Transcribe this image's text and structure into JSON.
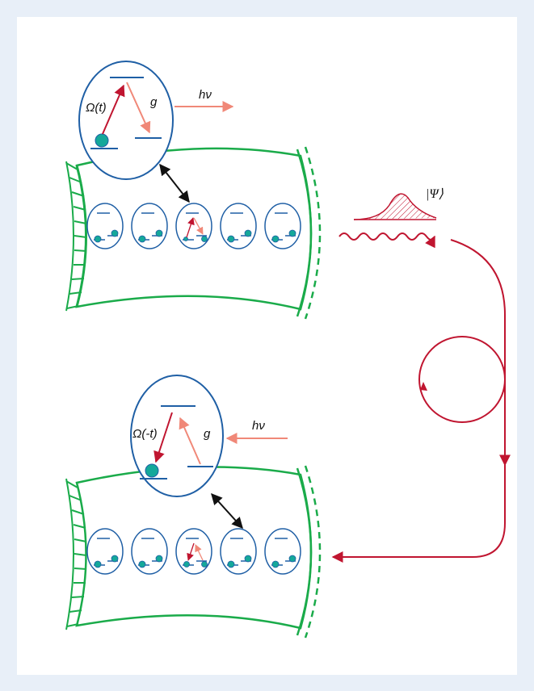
{
  "labels": {
    "rabi_top": "Ω(t)",
    "coupling_top": "g",
    "photon_top": "hν",
    "state": "|Ψ⟩",
    "rabi_bottom": "Ω(-t)",
    "coupling_bottom": "g",
    "photon_bottom": "hν"
  },
  "colors": {
    "background": "#e8eff8",
    "cavity": "#1aab4a",
    "atom": "#1f5fa5",
    "atom_fill": "#15a89a",
    "drive": "#c01530",
    "emission": "#f08878",
    "coupling_arrow": "#111111"
  }
}
